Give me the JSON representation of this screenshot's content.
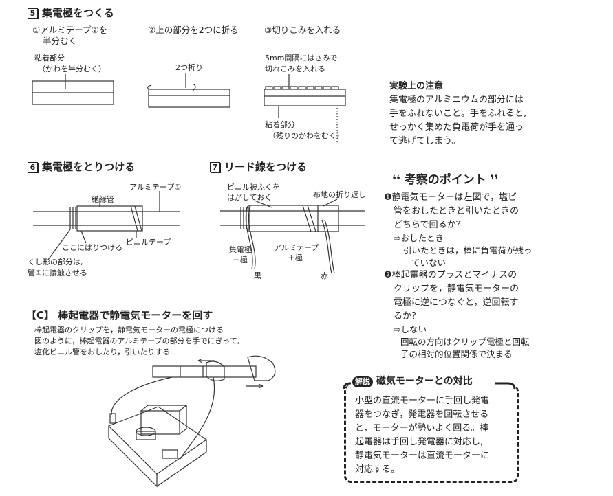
{
  "step5": {
    "num": "5",
    "title": "集電極をつくる",
    "sub1_line1": "①アルミテープ②を",
    "sub1_line2": "半分むく",
    "sub2": "②上の部分を2つに折る",
    "sub3": "③切りこみを入れる",
    "label_adhesive": "粘着部分",
    "label_peel_half": "（かわを半分むく）",
    "label_fold": "2つ折り",
    "label_cut_line1": "5mm間隔にはさみで",
    "label_cut_line2": "切れこみを入れる",
    "label_adhesive2": "粘着部分",
    "label_peel_rest": "（残りのかわをむく）"
  },
  "notes": {
    "title": "実験上の注意",
    "lines": [
      "集電極のアルミニウムの部分には",
      "手をふれないこと。手をふれると,",
      "せっかく集めた負電荷が手を通っ",
      "て逃げてしまう。"
    ]
  },
  "step6": {
    "num": "6",
    "title": "集電極をとりつける",
    "label_tube": "絶縁管",
    "label_alutape": "アルミテープ①",
    "label_vinyltape": "ビニルテープ",
    "label_attach": "ここにはりつける",
    "label_comb_line1": "くし形の部分は,",
    "label_comb_line2": "管①に接触させる"
  },
  "step7": {
    "num": "7",
    "title": "リード線をつける",
    "label_strip_line1": "ビニル被ふくを",
    "label_strip_line2": "はがしておく",
    "label_fold": "布地の折り返し",
    "label_collector_line1": "集電極",
    "label_collector_line2": "－極",
    "label_alu_line1": "アルミテープ",
    "label_alu_line2": "＋極",
    "label_black": "黒",
    "label_red": "赤"
  },
  "sectionC": {
    "title": "【C】 棒起電器で静電気モーターを回す",
    "lines": [
      "棒起電器のクリップを，静電気モーターの電極につける",
      "図のように，棒起電器のアルミテープの部分を手でにぎって,",
      "塩化ビニル管をおしたり，引いたりする"
    ]
  },
  "points": {
    "title": "考察のポイント",
    "q1_lines": [
      "❶静電気モーターは左図で，塩ビ",
      "管をおしたときと引いたときの",
      "どちらで回るか？"
    ],
    "a1_lead": "⇨おしたとき",
    "a1_lines": [
      "引いたときは，棒に負電荷が残っ",
      "ていない"
    ],
    "q2_lines": [
      "❷棒起電器のプラスとマイナスの",
      "クリップを，静電気モーターの",
      "電極に逆につなぐと，逆回転す",
      "るか？"
    ],
    "a2_lead": "⇨しない",
    "a2_lines": [
      "回転の方向はクリップ電極と回転",
      "子の相対的位置関係で決まる"
    ]
  },
  "compare": {
    "badge": "解説",
    "title": "磁気モーターとの対比",
    "lines": [
      "小型の直流モーターに手回し発電",
      "器をつなぎ，発電器を回転させる",
      "と，モーターが勢いよく回る。棒",
      "起電器は手回し発電器に対応し,",
      "静電気モーターは直流モーターに",
      "対応する。"
    ]
  }
}
